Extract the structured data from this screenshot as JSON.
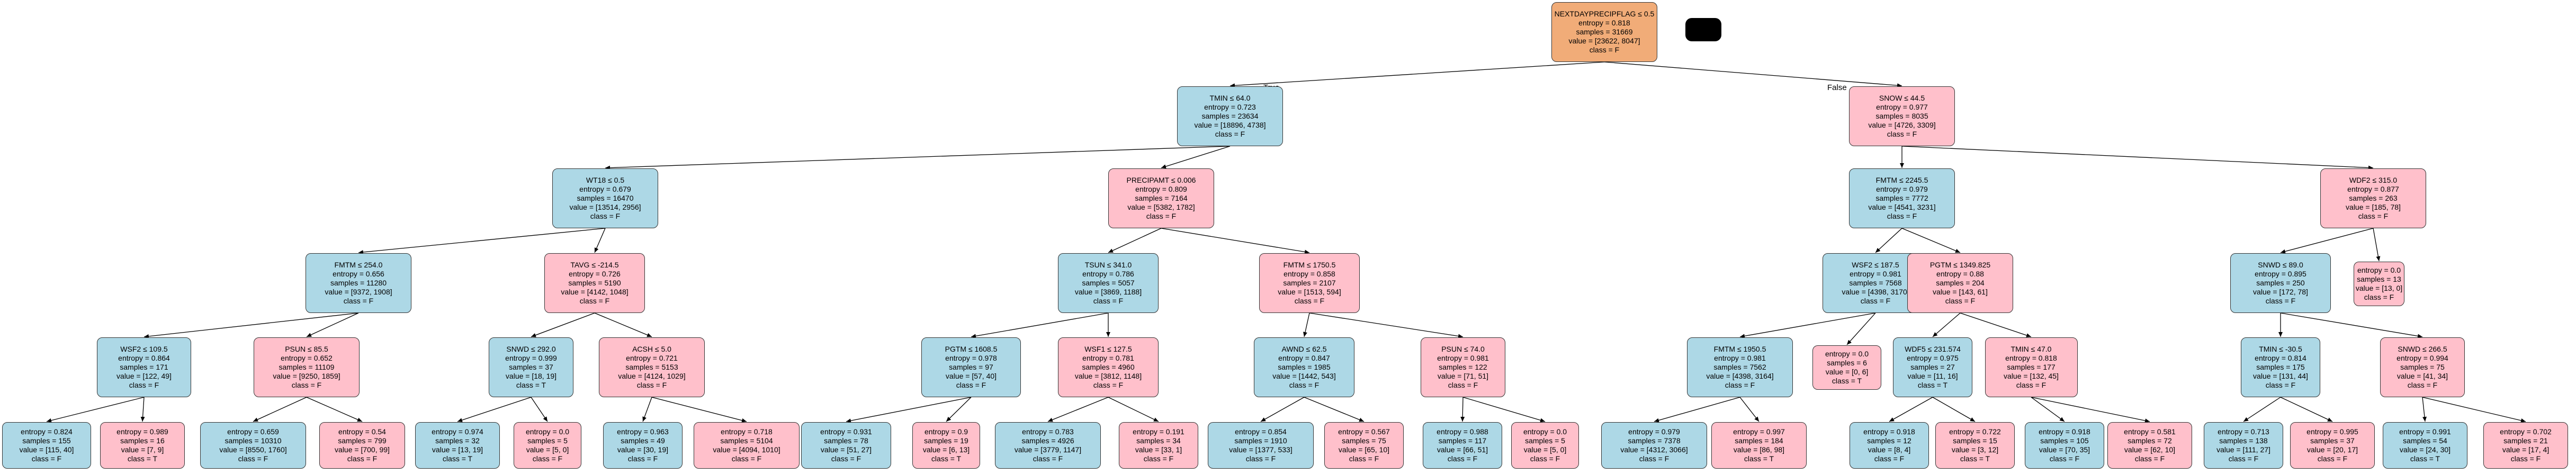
{
  "edge_labels": {
    "true": "True",
    "false": "False"
  },
  "nodes": [
    {
      "id": "n0",
      "lines": [
        "NEXTDAYPRECIPFLAG ≤ 0.5",
        "entropy = 0.818",
        "samples = 31669",
        "value = [23622, 8047]",
        "class = F"
      ],
      "color": "#f1ac78"
    },
    {
      "id": "n1",
      "lines": [
        "TMIN ≤ 64.0",
        "entropy = 0.723",
        "samples = 23634",
        "value = [18896, 4738]",
        "class = F"
      ],
      "color": "#add8e6"
    },
    {
      "id": "n2",
      "lines": [
        "SNOW ≤ 44.5",
        "entropy = 0.977",
        "samples = 8035",
        "value = [4726, 3309]",
        "class = F"
      ],
      "color": "#ffc0cb"
    },
    {
      "id": "n3",
      "lines": [
        "WT18 ≤ 0.5",
        "entropy = 0.679",
        "samples = 16470",
        "value = [13514, 2956]",
        "class = F"
      ],
      "color": "#add8e6"
    },
    {
      "id": "n4",
      "lines": [
        "PRECIPAMT ≤ 0.006",
        "entropy = 0.809",
        "samples = 7164",
        "value = [5382, 1782]",
        "class = F"
      ],
      "color": "#ffc0cb"
    },
    {
      "id": "n5",
      "lines": [
        "FMTM ≤ 2245.5",
        "entropy = 0.979",
        "samples = 7772",
        "value = [4541, 3231]",
        "class = F"
      ],
      "color": "#add8e6"
    },
    {
      "id": "n6",
      "lines": [
        "WDF2 ≤ 315.0",
        "entropy = 0.877",
        "samples = 263",
        "value = [185, 78]",
        "class = F"
      ],
      "color": "#ffc0cb"
    },
    {
      "id": "n7",
      "lines": [
        "FMTM ≤ 254.0",
        "entropy = 0.656",
        "samples = 11280",
        "value = [9372, 1908]",
        "class = F"
      ],
      "color": "#add8e6"
    },
    {
      "id": "n8",
      "lines": [
        "TAVG ≤ -214.5",
        "entropy = 0.726",
        "samples = 5190",
        "value = [4142, 1048]",
        "class = F"
      ],
      "color": "#ffc0cb"
    },
    {
      "id": "n9",
      "lines": [
        "TSUN ≤ 341.0",
        "entropy = 0.786",
        "samples = 5057",
        "value = [3869, 1188]",
        "class = F"
      ],
      "color": "#add8e6"
    },
    {
      "id": "n10",
      "lines": [
        "FMTM ≤ 1750.5",
        "entropy = 0.858",
        "samples = 2107",
        "value = [1513, 594]",
        "class = F"
      ],
      "color": "#ffc0cb"
    },
    {
      "id": "n11",
      "lines": [
        "WSF2 ≤ 187.5",
        "entropy = 0.981",
        "samples = 7568",
        "value = [4398, 3170]",
        "class = F"
      ],
      "color": "#add8e6"
    },
    {
      "id": "n12",
      "lines": [
        "PGTM ≤ 1349.825",
        "entropy = 0.88",
        "samples = 204",
        "value = [143, 61]",
        "class = F"
      ],
      "color": "#ffc0cb"
    },
    {
      "id": "n13",
      "lines": [
        "SNWD ≤ 89.0",
        "entropy = 0.895",
        "samples = 250",
        "value = [172, 78]",
        "class = F"
      ],
      "color": "#add8e6"
    },
    {
      "id": "n14",
      "lines": [
        "entropy = 0.0",
        "samples = 13",
        "value = [13, 0]",
        "class = F"
      ],
      "color": "#ffc0cb"
    },
    {
      "id": "n15",
      "lines": [
        "WSF2 ≤ 109.5",
        "entropy = 0.864",
        "samples = 171",
        "value = [122, 49]",
        "class = F"
      ],
      "color": "#add8e6"
    },
    {
      "id": "n16",
      "lines": [
        "PSUN ≤ 85.5",
        "entropy = 0.652",
        "samples = 11109",
        "value = [9250, 1859]",
        "class = F"
      ],
      "color": "#ffc0cb"
    },
    {
      "id": "n17",
      "lines": [
        "SNWD ≤ 292.0",
        "entropy = 0.999",
        "samples = 37",
        "value = [18, 19]",
        "class = T"
      ],
      "color": "#add8e6"
    },
    {
      "id": "n18",
      "lines": [
        "ACSH ≤ 5.0",
        "entropy = 0.721",
        "samples = 5153",
        "value = [4124, 1029]",
        "class = F"
      ],
      "color": "#ffc0cb"
    },
    {
      "id": "n19",
      "lines": [
        "PGTM ≤ 1608.5",
        "entropy = 0.978",
        "samples = 97",
        "value = [57, 40]",
        "class = F"
      ],
      "color": "#add8e6"
    },
    {
      "id": "n20",
      "lines": [
        "WSF1 ≤ 127.5",
        "entropy = 0.781",
        "samples = 4960",
        "value = [3812, 1148]",
        "class = F"
      ],
      "color": "#ffc0cb"
    },
    {
      "id": "n21",
      "lines": [
        "AWND ≤ 62.5",
        "entropy = 0.847",
        "samples = 1985",
        "value = [1442, 543]",
        "class = F"
      ],
      "color": "#add8e6"
    },
    {
      "id": "n22",
      "lines": [
        "PSUN ≤ 74.0",
        "entropy = 0.981",
        "samples = 122",
        "value = [71, 51]",
        "class = F"
      ],
      "color": "#ffc0cb"
    },
    {
      "id": "n23",
      "lines": [
        "FMTM ≤ 1950.5",
        "entropy = 0.981",
        "samples = 7562",
        "value = [4398, 3164]",
        "class = F"
      ],
      "color": "#add8e6"
    },
    {
      "id": "n24",
      "lines": [
        "entropy = 0.0",
        "samples = 6",
        "value = [0, 6]",
        "class = T"
      ],
      "color": "#ffc0cb"
    },
    {
      "id": "n25",
      "lines": [
        "WDF5 ≤ 231.574",
        "entropy = 0.975",
        "samples = 27",
        "value = [11, 16]",
        "class = T"
      ],
      "color": "#add8e6"
    },
    {
      "id": "n26",
      "lines": [
        "TMIN ≤ 47.0",
        "entropy = 0.818",
        "samples = 177",
        "value = [132, 45]",
        "class = F"
      ],
      "color": "#ffc0cb"
    },
    {
      "id": "n27",
      "lines": [
        "TMIN ≤ -30.5",
        "entropy = 0.814",
        "samples = 175",
        "value = [131, 44]",
        "class = F"
      ],
      "color": "#add8e6"
    },
    {
      "id": "n28",
      "lines": [
        "SNWD ≤ 266.5",
        "entropy = 0.994",
        "samples = 75",
        "value = [41, 34]",
        "class = F"
      ],
      "color": "#ffc0cb"
    },
    {
      "id": "n29",
      "lines": [
        "entropy = 0.824",
        "samples = 155",
        "value = [115, 40]",
        "class = F"
      ],
      "color": "#add8e6"
    },
    {
      "id": "n30",
      "lines": [
        "entropy = 0.989",
        "samples = 16",
        "value = [7, 9]",
        "class = T"
      ],
      "color": "#ffc0cb"
    },
    {
      "id": "n31",
      "lines": [
        "entropy = 0.659",
        "samples = 10310",
        "value = [8550, 1760]",
        "class = F"
      ],
      "color": "#add8e6"
    },
    {
      "id": "n32",
      "lines": [
        "entropy = 0.54",
        "samples = 799",
        "value = [700, 99]",
        "class = F"
      ],
      "color": "#ffc0cb"
    },
    {
      "id": "n33",
      "lines": [
        "entropy = 0.974",
        "samples = 32",
        "value = [13, 19]",
        "class = T"
      ],
      "color": "#add8e6"
    },
    {
      "id": "n34",
      "lines": [
        "entropy = 0.0",
        "samples = 5",
        "value = [5, 0]",
        "class = F"
      ],
      "color": "#ffc0cb"
    },
    {
      "id": "n35",
      "lines": [
        "entropy = 0.963",
        "samples = 49",
        "value = [30, 19]",
        "class = F"
      ],
      "color": "#add8e6"
    },
    {
      "id": "n36",
      "lines": [
        "entropy = 0.718",
        "samples = 5104",
        "value = [4094, 1010]",
        "class = F"
      ],
      "color": "#ffc0cb"
    },
    {
      "id": "n37",
      "lines": [
        "entropy = 0.931",
        "samples = 78",
        "value = [51, 27]",
        "class = F"
      ],
      "color": "#add8e6"
    },
    {
      "id": "n38",
      "lines": [
        "entropy = 0.9",
        "samples = 19",
        "value = [6, 13]",
        "class = T"
      ],
      "color": "#ffc0cb"
    },
    {
      "id": "n39",
      "lines": [
        "entropy = 0.783",
        "samples = 4926",
        "value = [3779, 1147]",
        "class = F"
      ],
      "color": "#add8e6"
    },
    {
      "id": "n40",
      "lines": [
        "entropy = 0.191",
        "samples = 34",
        "value = [33, 1]",
        "class = F"
      ],
      "color": "#ffc0cb"
    },
    {
      "id": "n41",
      "lines": [
        "entropy = 0.854",
        "samples = 1910",
        "value = [1377, 533]",
        "class = F"
      ],
      "color": "#add8e6"
    },
    {
      "id": "n42",
      "lines": [
        "entropy = 0.567",
        "samples = 75",
        "value = [65, 10]",
        "class = F"
      ],
      "color": "#ffc0cb"
    },
    {
      "id": "n43",
      "lines": [
        "entropy = 0.988",
        "samples = 117",
        "value = [66, 51]",
        "class = F"
      ],
      "color": "#add8e6"
    },
    {
      "id": "n44",
      "lines": [
        "entropy = 0.0",
        "samples = 5",
        "value = [5, 0]",
        "class = F"
      ],
      "color": "#ffc0cb"
    },
    {
      "id": "n45",
      "lines": [
        "entropy = 0.979",
        "samples = 7378",
        "value = [4312, 3066]",
        "class = F"
      ],
      "color": "#add8e6"
    },
    {
      "id": "n46",
      "lines": [
        "entropy = 0.997",
        "samples = 184",
        "value = [86, 98]",
        "class = T"
      ],
      "color": "#ffc0cb"
    },
    {
      "id": "n47",
      "lines": [
        "entropy = 0.918",
        "samples = 12",
        "value = [8, 4]",
        "class = F"
      ],
      "color": "#add8e6"
    },
    {
      "id": "n48",
      "lines": [
        "entropy = 0.722",
        "samples = 15",
        "value = [3, 12]",
        "class = T"
      ],
      "color": "#ffc0cb"
    },
    {
      "id": "n49",
      "lines": [
        "entropy = 0.918",
        "samples = 105",
        "value = [70, 35]",
        "class = F"
      ],
      "color": "#add8e6"
    },
    {
      "id": "n50",
      "lines": [
        "entropy = 0.581",
        "samples = 72",
        "value = [62, 10]",
        "class = F"
      ],
      "color": "#ffc0cb"
    },
    {
      "id": "n51",
      "lines": [
        "entropy = 0.713",
        "samples = 138",
        "value = [111, 27]",
        "class = F"
      ],
      "color": "#add8e6"
    },
    {
      "id": "n52",
      "lines": [
        "entropy = 0.995",
        "samples = 37",
        "value = [20, 17]",
        "class = F"
      ],
      "color": "#ffc0cb"
    },
    {
      "id": "n53",
      "lines": [
        "entropy = 0.991",
        "samples = 54",
        "value = [24, 30]",
        "class = T"
      ],
      "color": "#add8e6"
    },
    {
      "id": "n54",
      "lines": [
        "entropy = 0.702",
        "samples = 21",
        "value = [17, 4]",
        "class = F"
      ],
      "color": "#ffc0cb"
    }
  ],
  "edges": [
    [
      "n0",
      "n1"
    ],
    [
      "n0",
      "n2"
    ],
    [
      "n1",
      "n3"
    ],
    [
      "n1",
      "n4"
    ],
    [
      "n2",
      "n5"
    ],
    [
      "n2",
      "n6"
    ],
    [
      "n3",
      "n7"
    ],
    [
      "n3",
      "n8"
    ],
    [
      "n4",
      "n9"
    ],
    [
      "n4",
      "n10"
    ],
    [
      "n5",
      "n11"
    ],
    [
      "n5",
      "n12"
    ],
    [
      "n6",
      "n13"
    ],
    [
      "n6",
      "n14"
    ],
    [
      "n7",
      "n15"
    ],
    [
      "n7",
      "n16"
    ],
    [
      "n8",
      "n17"
    ],
    [
      "n8",
      "n18"
    ],
    [
      "n9",
      "n19"
    ],
    [
      "n9",
      "n20"
    ],
    [
      "n10",
      "n21"
    ],
    [
      "n10",
      "n22"
    ],
    [
      "n11",
      "n23"
    ],
    [
      "n11",
      "n24"
    ],
    [
      "n12",
      "n25"
    ],
    [
      "n12",
      "n26"
    ],
    [
      "n13",
      "n27"
    ],
    [
      "n13",
      "n28"
    ],
    [
      "n15",
      "n29"
    ],
    [
      "n15",
      "n30"
    ],
    [
      "n16",
      "n31"
    ],
    [
      "n16",
      "n32"
    ],
    [
      "n17",
      "n33"
    ],
    [
      "n17",
      "n34"
    ],
    [
      "n18",
      "n35"
    ],
    [
      "n18",
      "n36"
    ],
    [
      "n19",
      "n37"
    ],
    [
      "n19",
      "n38"
    ],
    [
      "n20",
      "n39"
    ],
    [
      "n20",
      "n40"
    ],
    [
      "n21",
      "n41"
    ],
    [
      "n21",
      "n42"
    ],
    [
      "n22",
      "n43"
    ],
    [
      "n22",
      "n44"
    ],
    [
      "n23",
      "n45"
    ],
    [
      "n23",
      "n46"
    ],
    [
      "n25",
      "n47"
    ],
    [
      "n25",
      "n48"
    ],
    [
      "n26",
      "n49"
    ],
    [
      "n26",
      "n50"
    ],
    [
      "n27",
      "n51"
    ],
    [
      "n27",
      "n52"
    ],
    [
      "n28",
      "n53"
    ],
    [
      "n28",
      "n54"
    ]
  ]
}
